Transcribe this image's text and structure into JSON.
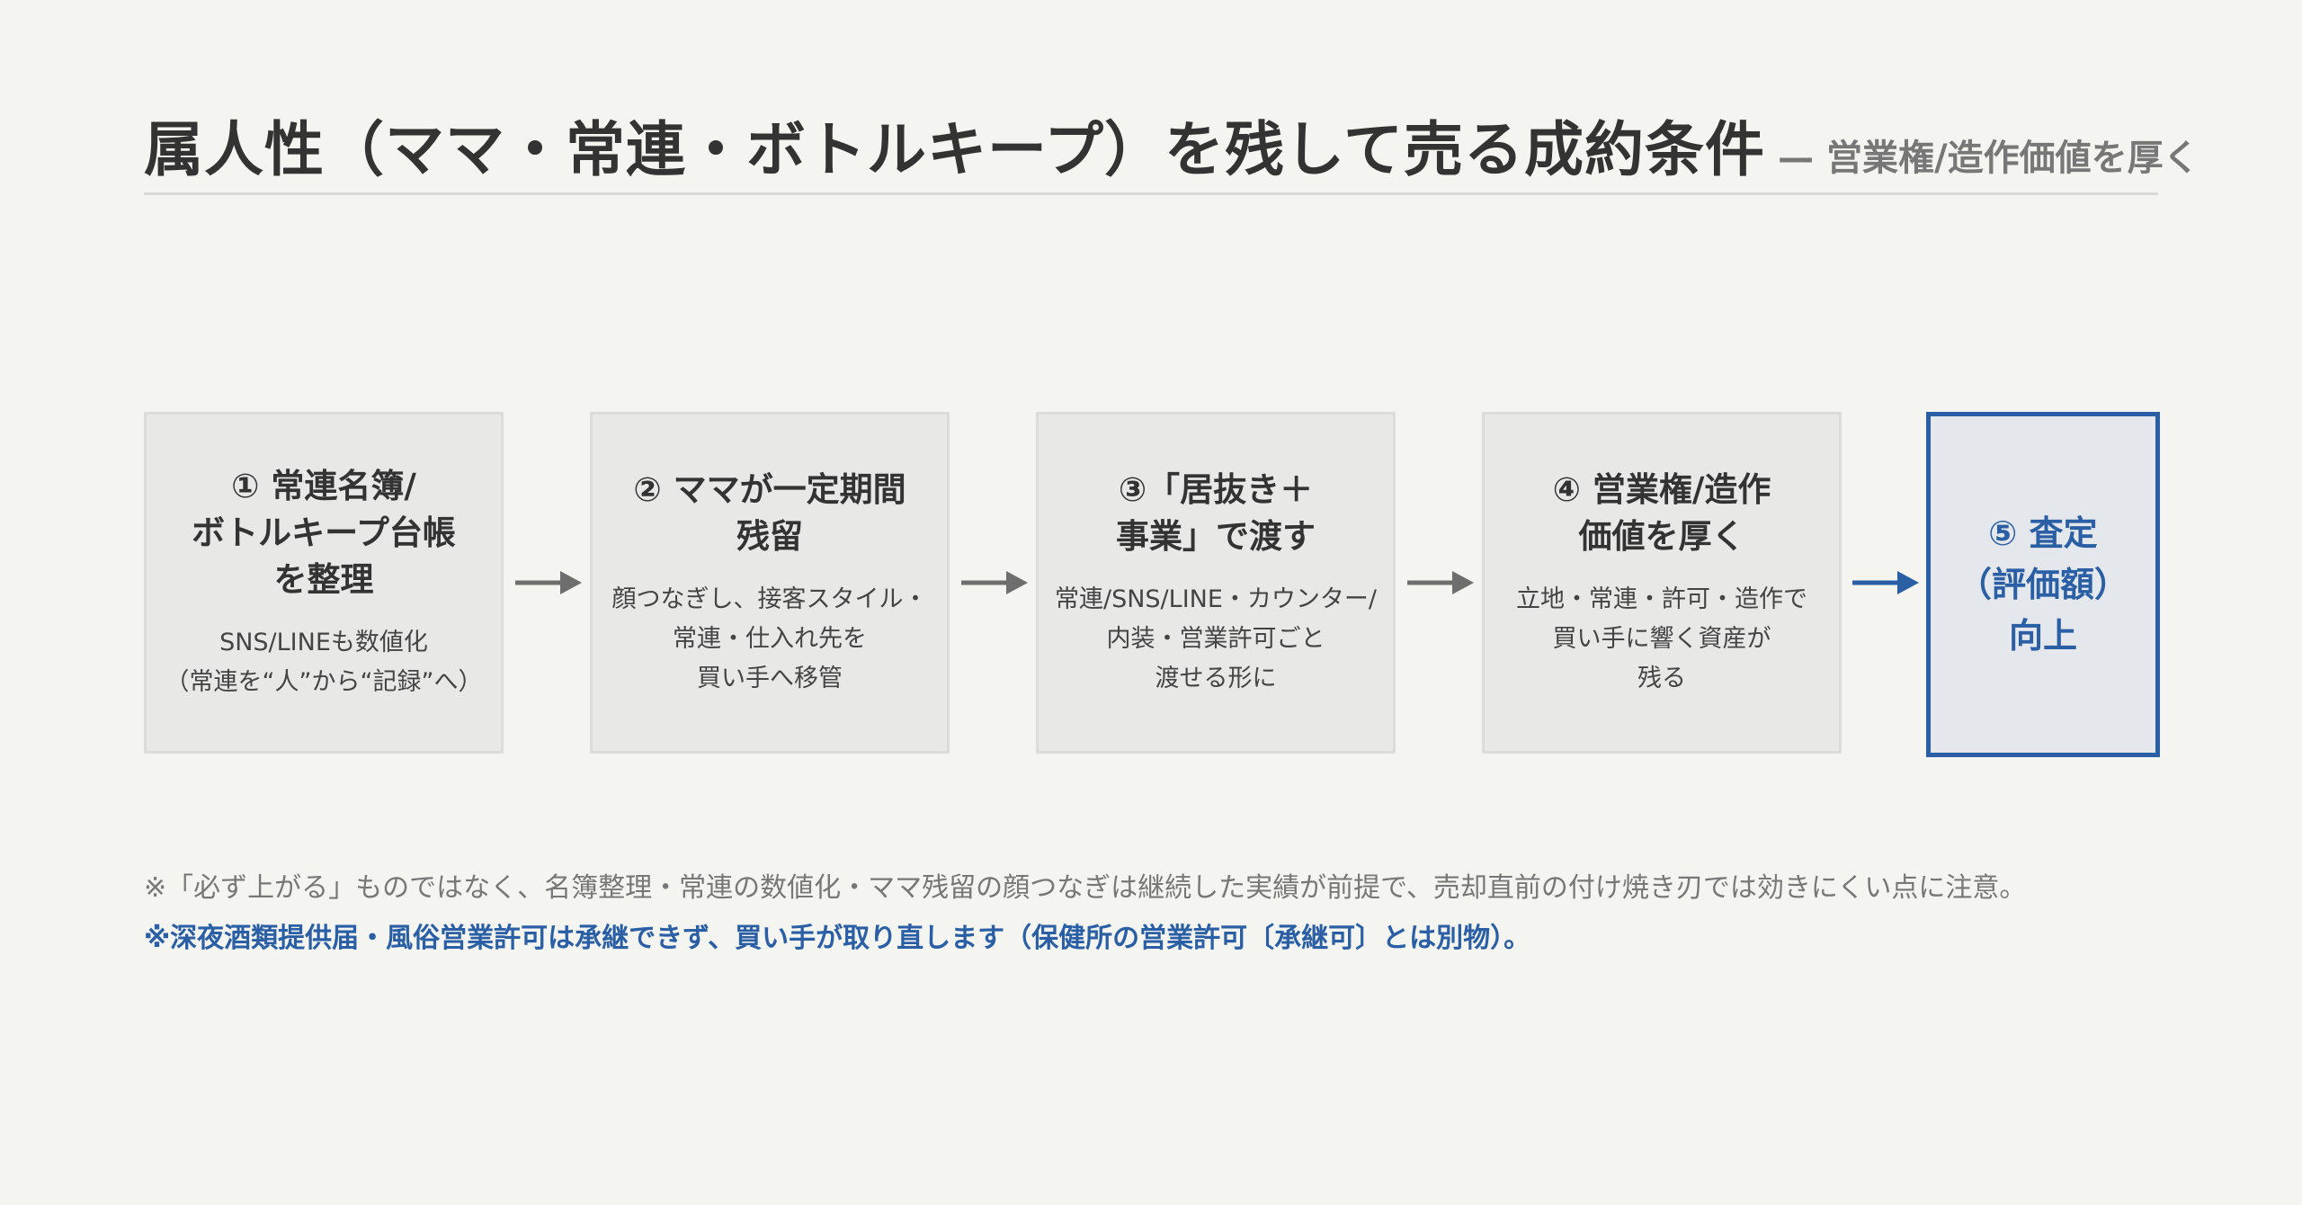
{
  "header": {
    "title": "属人性（ママ・常連・ボトルキープ）を残して売る成約条件",
    "subtitle": "— 営業権/造作価値を厚く"
  },
  "steps": [
    {
      "title": "① 常連名簿/\nボトルキープ台帳\nを整理",
      "desc": "SNS/LINEも数値化\n（常連を“人”から“記録”へ）"
    },
    {
      "title": "② ママが一定期間\n残留",
      "desc": "顔つなぎし、接客スタイル・\n常連・仕入れ先を\n買い手へ移管"
    },
    {
      "title": "③「居抜き＋\n事業」で渡す",
      "desc": "常連/SNS/LINE・カウンター/\n内装・営業許可ごと\n渡せる形に"
    },
    {
      "title": "④ 営業権/造作\n価値を厚く",
      "desc": "立地・常連・許可・造作で\n買い手に響く資産が\n残る"
    }
  ],
  "result": {
    "title": "⑤ 査定\n（評価額）\n向上"
  },
  "notes": {
    "caution": "※「必ず上がる」ものではなく、名簿整理・常連の数値化・ママ残留の顔つなぎは継続した実績が前提で、売却直前の付け焼き刃では効きにくい点に注意。",
    "license": "※深夜酒類提供届・風俗営業許可は承継できず、買い手が取り直します（保健所の営業許可〔承継可〕とは別物）。"
  },
  "colors": {
    "accent": "#2a5fa5",
    "arrow": "#6e6e6e",
    "box_fill": "#e8e8e6",
    "background": "#f4f4f0"
  }
}
